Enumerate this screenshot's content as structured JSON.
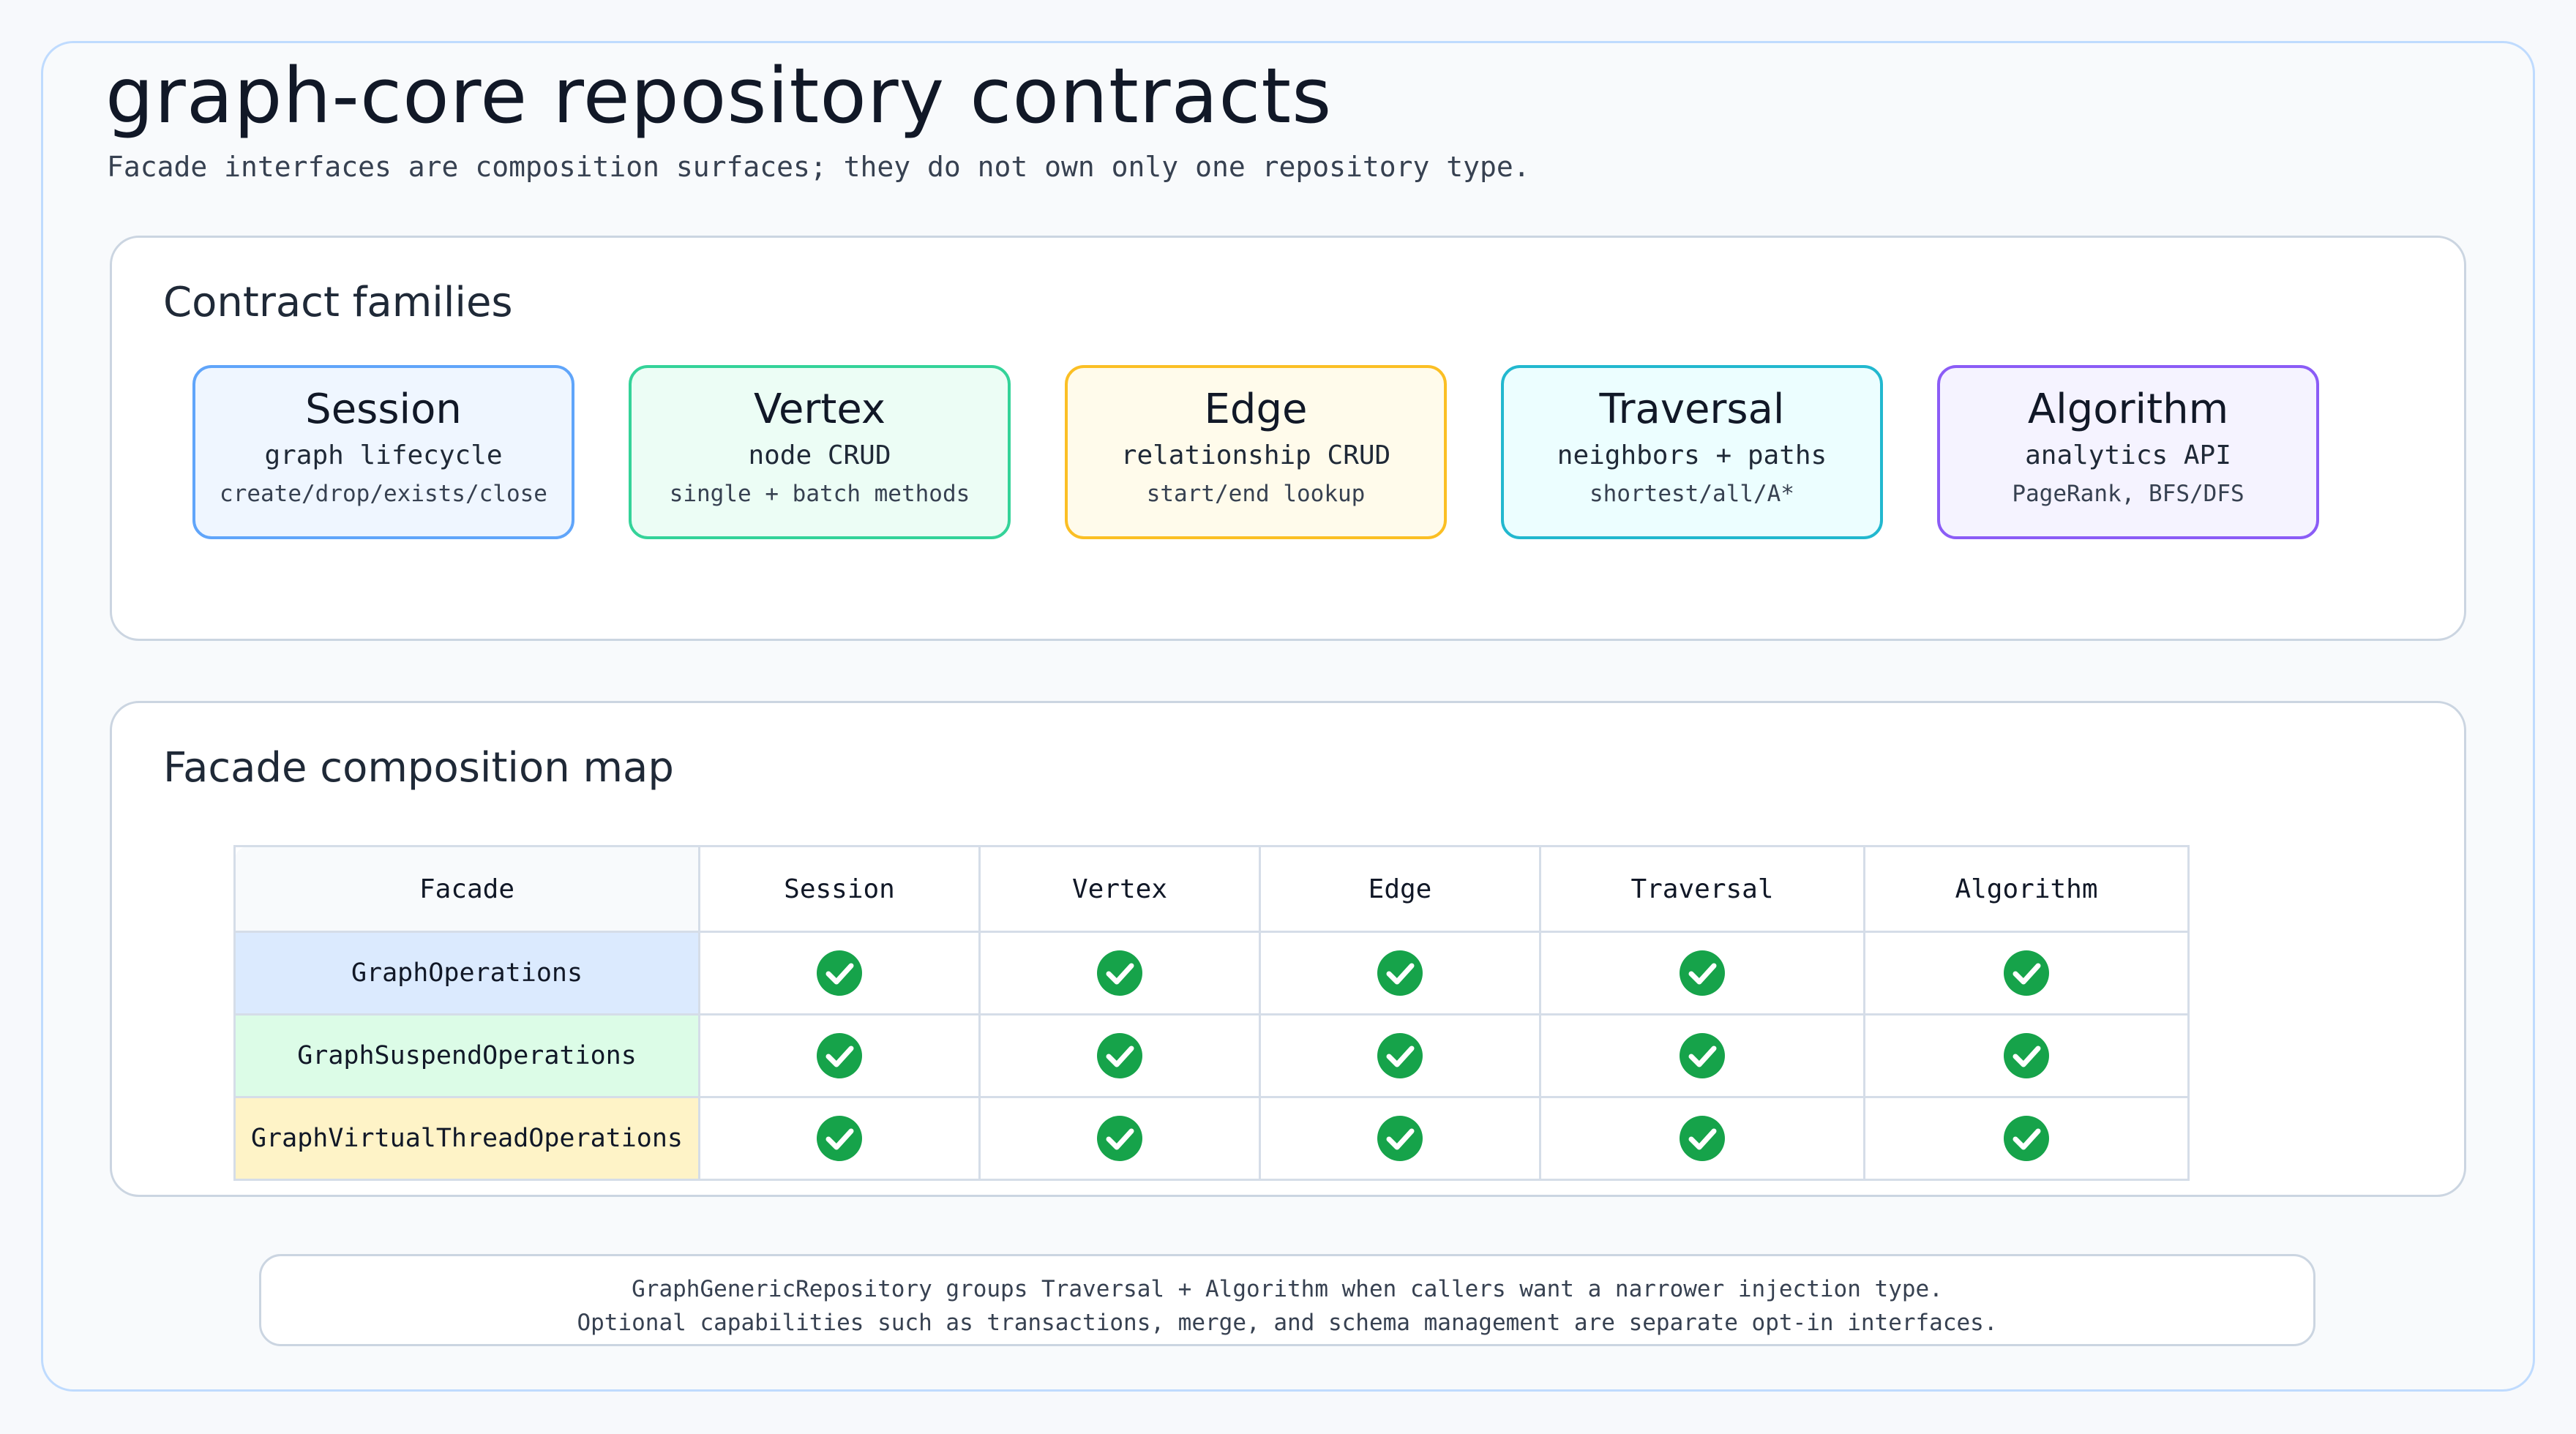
{
  "title": "graph-core repository contracts",
  "subtitle": "Facade interfaces are composition surfaces; they do not own only one repository type.",
  "families": {
    "heading": "Contract families",
    "cards": [
      {
        "title": "Session",
        "sub": "graph lifecycle",
        "detail": "create/drop/exists/close",
        "border": "#60a5fa",
        "fill": "#eff6ff"
      },
      {
        "title": "Vertex",
        "sub": "node CRUD",
        "detail": "single + batch methods",
        "border": "#34d399",
        "fill": "#ecfdf5"
      },
      {
        "title": "Edge",
        "sub": "relationship CRUD",
        "detail": "start/end lookup",
        "border": "#fbbf24",
        "fill": "#fffbeb"
      },
      {
        "title": "Traversal",
        "sub": "neighbors + paths",
        "detail": "shortest/all/A*",
        "border": "#22b8cf",
        "fill": "#ecfeff"
      },
      {
        "title": "Algorithm",
        "sub": "analytics API",
        "detail": "PageRank, BFS/DFS",
        "border": "#8b5cf6",
        "fill": "#f5f3ff"
      }
    ]
  },
  "facade_map": {
    "heading": "Facade composition map",
    "corner_label": "Facade",
    "columns": [
      "Session",
      "Vertex",
      "Edge",
      "Traversal",
      "Algorithm"
    ],
    "rows": [
      {
        "name": "GraphOperations",
        "fill": "#dbeafe",
        "checks": [
          true,
          true,
          true,
          true,
          true
        ]
      },
      {
        "name": "GraphSuspendOperations",
        "fill": "#dcfce7",
        "checks": [
          true,
          true,
          true,
          true,
          true
        ]
      },
      {
        "name": "GraphVirtualThreadOperations",
        "fill": "#fef3c7",
        "checks": [
          true,
          true,
          true,
          true,
          true
        ]
      }
    ],
    "check_icon": "check-circle-icon",
    "check_color": "#16a34a"
  },
  "footnote": {
    "line1": "GraphGenericRepository groups Traversal + Algorithm when callers want a narrower injection type.",
    "line2": "Optional capabilities such as transactions, merge, and schema management are separate opt-in interfaces."
  }
}
